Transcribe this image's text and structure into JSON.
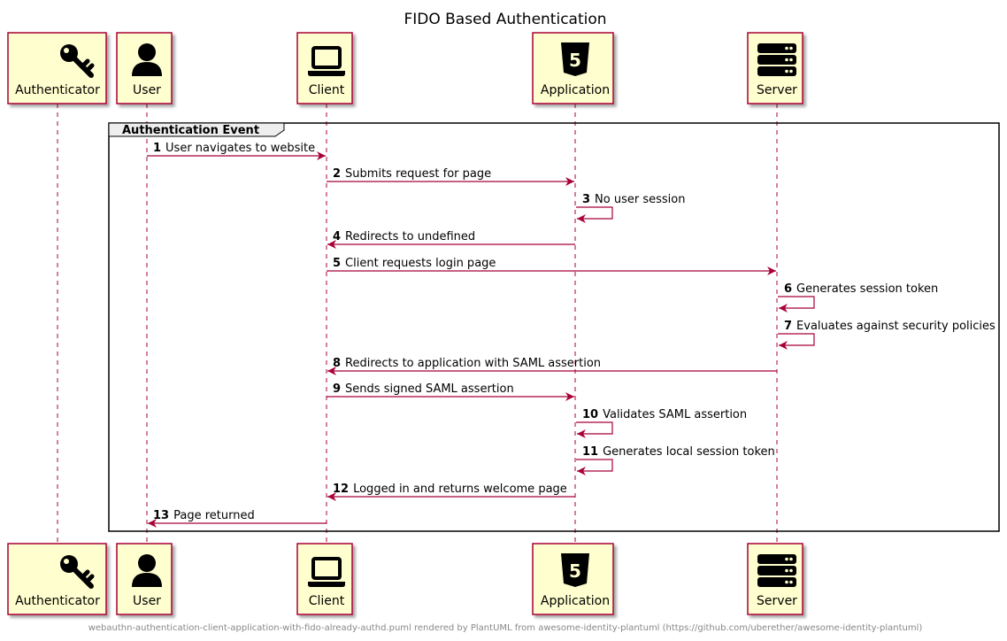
{
  "title": "FIDO Based Authentication",
  "participants": [
    {
      "id": "authenticator",
      "label": "Authenticator",
      "icon": "key-icon"
    },
    {
      "id": "user",
      "label": "User",
      "icon": "user-icon"
    },
    {
      "id": "client",
      "label": "Client",
      "icon": "laptop-icon"
    },
    {
      "id": "application",
      "label": "Application",
      "icon": "html5-icon"
    },
    {
      "id": "server",
      "label": "Server",
      "icon": "server-icon"
    }
  ],
  "group": {
    "label": "Authentication Event"
  },
  "messages": [
    {
      "num": "1",
      "text": "User navigates to website",
      "from": "user",
      "to": "client"
    },
    {
      "num": "2",
      "text": "Submits request for page",
      "from": "client",
      "to": "application"
    },
    {
      "num": "3",
      "text": "No user session",
      "from": "application",
      "to": "application"
    },
    {
      "num": "4",
      "text": "Redirects to undefined",
      "from": "application",
      "to": "client"
    },
    {
      "num": "5",
      "text": "Client requests login page",
      "from": "client",
      "to": "server"
    },
    {
      "num": "6",
      "text": "Generates session token",
      "from": "server",
      "to": "server"
    },
    {
      "num": "7",
      "text": "Evaluates against security policies",
      "from": "server",
      "to": "server"
    },
    {
      "num": "8",
      "text": "Redirects to application with SAML assertion",
      "from": "server",
      "to": "client"
    },
    {
      "num": "9",
      "text": "Sends signed SAML assertion",
      "from": "client",
      "to": "application"
    },
    {
      "num": "10",
      "text": "Validates SAML assertion",
      "from": "application",
      "to": "application"
    },
    {
      "num": "11",
      "text": "Generates local session token",
      "from": "application",
      "to": "application"
    },
    {
      "num": "12",
      "text": "Logged in and returns welcome page",
      "from": "application",
      "to": "client"
    },
    {
      "num": "13",
      "text": "Page returned",
      "from": "client",
      "to": "user"
    }
  ],
  "footer": "webauthn-authentication-client-application-with-fido-already-authd.puml rendered by PlantUML from awesome-identity-plantuml (https://github.com/uberether/awesome-identity-plantuml)",
  "colors": {
    "box_fill": "#FEFECE",
    "box_border": "#A80036",
    "arrow": "#A80036",
    "lifeline": "#A80036",
    "group_border": "#000000",
    "group_tab": "#EEEEEE"
  }
}
